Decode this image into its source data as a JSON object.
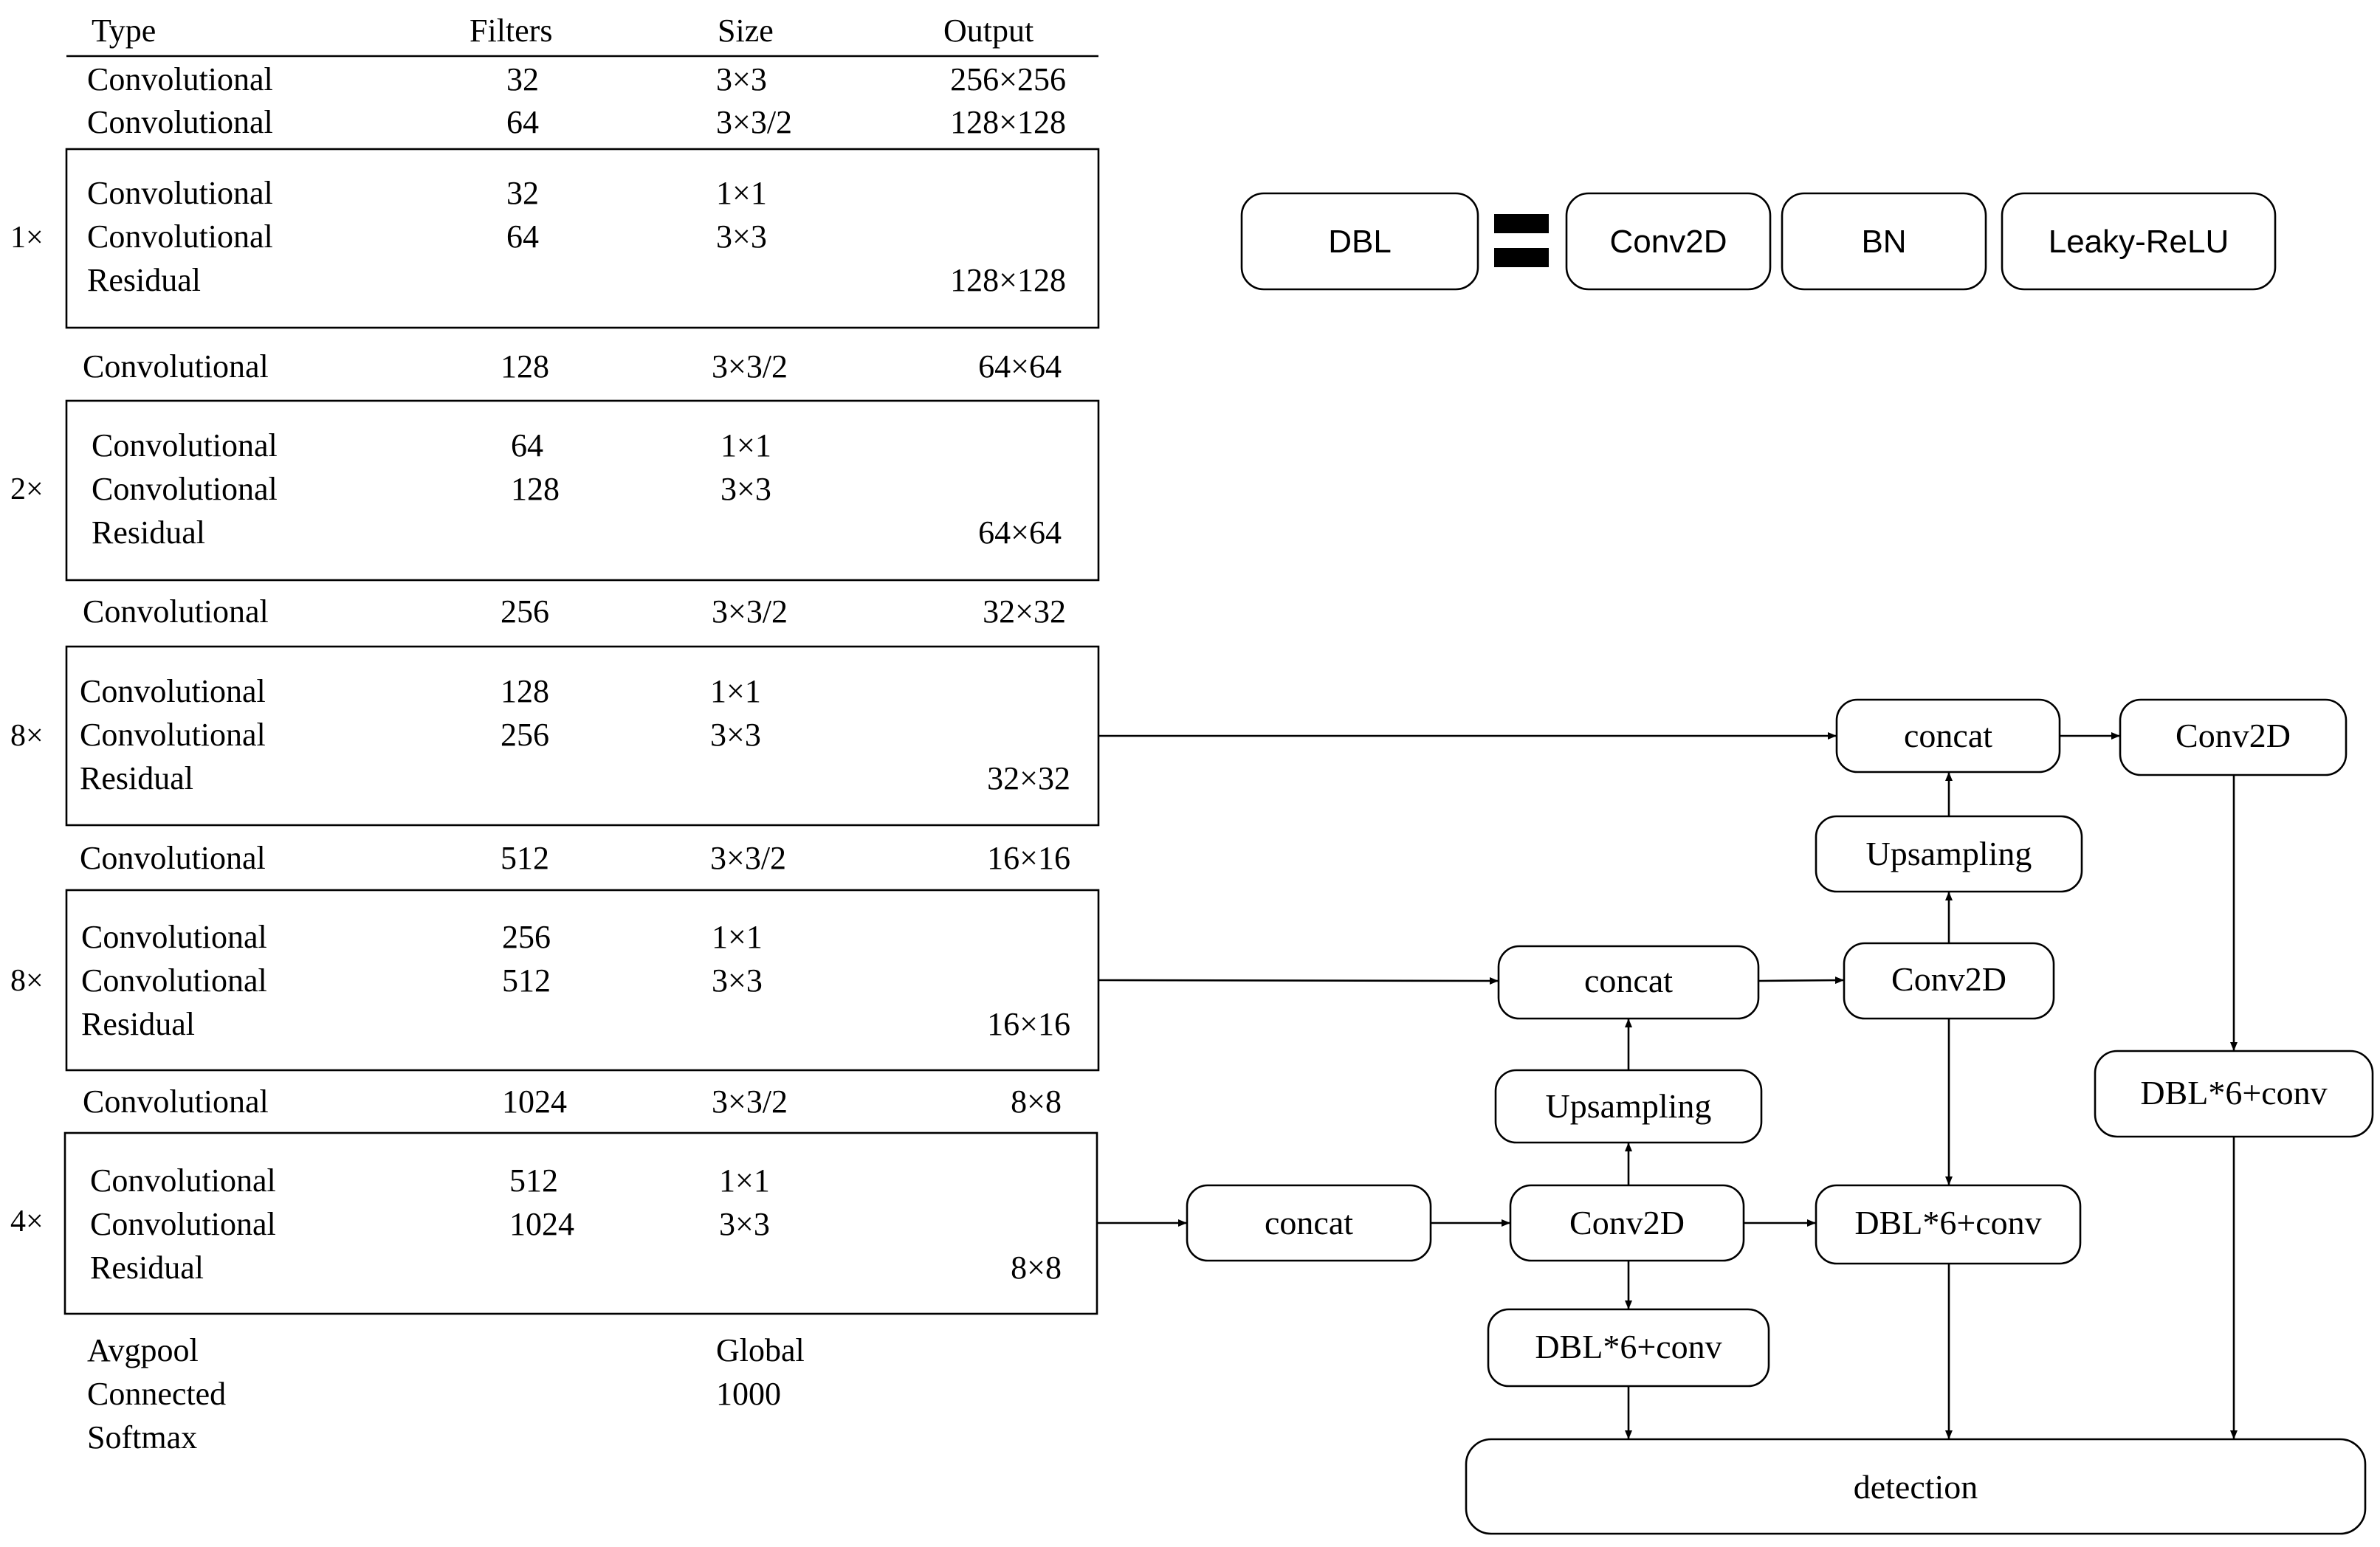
{
  "table": {
    "headers": [
      "Type",
      "Filters",
      "Size",
      "Output"
    ],
    "rows": [
      [
        "Convolutional",
        "32",
        "3×3",
        "256×256"
      ],
      [
        "Convolutional",
        "64",
        "3×3/2",
        "128×128"
      ],
      [
        "Convolutional",
        "32",
        "1×1",
        ""
      ],
      [
        "Convolutional",
        "64",
        "3×3",
        ""
      ],
      [
        "Residual",
        "",
        "",
        "128×128"
      ],
      [
        "Convolutional",
        "128",
        "3×3/2",
        "64×64"
      ],
      [
        "Convolutional",
        "64",
        "1×1",
        ""
      ],
      [
        "Convolutional",
        "128",
        "3×3",
        ""
      ],
      [
        "Residual",
        "",
        "",
        "64×64"
      ],
      [
        "Convolutional",
        "256",
        "3×3/2",
        "32×32"
      ],
      [
        "Convolutional",
        "128",
        "1×1",
        ""
      ],
      [
        "Convolutional",
        "256",
        "3×3",
        ""
      ],
      [
        "Residual",
        "",
        "",
        "32×32"
      ],
      [
        "Convolutional",
        "512",
        "3×3/2",
        "16×16"
      ],
      [
        "Convolutional",
        "256",
        "1×1",
        ""
      ],
      [
        "Convolutional",
        "512",
        "3×3",
        ""
      ],
      [
        "Residual",
        "",
        "",
        "16×16"
      ],
      [
        "Convolutional",
        "1024",
        "3×3/2",
        "8×8"
      ],
      [
        "Convolutional",
        "512",
        "1×1",
        ""
      ],
      [
        "Convolutional",
        "1024",
        "3×3",
        ""
      ],
      [
        "Residual",
        "",
        "",
        "8×8"
      ],
      [
        "Avgpool",
        "",
        "Global",
        ""
      ],
      [
        "Connected",
        "",
        "1000",
        ""
      ],
      [
        "Softmax",
        "",
        "",
        ""
      ]
    ],
    "repeat_labels": [
      "1×",
      "2×",
      "8×",
      "8×",
      "4×"
    ]
  },
  "dbl_definition": {
    "name": "DBL",
    "components": [
      "Conv2D",
      "BN",
      "Leaky-ReLU"
    ]
  },
  "nodes": [
    {
      "id": "concat_top",
      "label": "concat"
    },
    {
      "id": "conv2d_top",
      "label": "Conv2D"
    },
    {
      "id": "upsampling_top",
      "label": "Upsampling"
    },
    {
      "id": "concat_mid",
      "label": "concat"
    },
    {
      "id": "conv2d_mid",
      "label": "Conv2D"
    },
    {
      "id": "upsampling_mid",
      "label": "Upsampling"
    },
    {
      "id": "dbl_right",
      "label": "DBL*6+conv"
    },
    {
      "id": "concat_bottom",
      "label": "concat"
    },
    {
      "id": "conv2d_bottom",
      "label": "Conv2D"
    },
    {
      "id": "dbl_mid",
      "label": "DBL*6+conv"
    },
    {
      "id": "dbl_left",
      "label": "DBL*6+conv"
    },
    {
      "id": "detection",
      "label": "detection"
    }
  ],
  "edges": [
    {
      "from": "residual-block-3",
      "to": "concat_top"
    },
    {
      "from": "concat_top",
      "to": "conv2d_top"
    },
    {
      "from": "upsampling_top",
      "to": "concat_top"
    },
    {
      "from": "conv2d_mid",
      "to": "upsampling_top"
    },
    {
      "from": "residual-block-4",
      "to": "concat_mid"
    },
    {
      "from": "concat_mid",
      "to": "conv2d_mid"
    },
    {
      "from": "upsampling_mid",
      "to": "concat_mid"
    },
    {
      "from": "conv2d_bottom",
      "to": "upsampling_mid"
    },
    {
      "from": "residual-block-5",
      "to": "concat_bottom"
    },
    {
      "from": "concat_bottom",
      "to": "conv2d_bottom"
    },
    {
      "from": "conv2d_bottom",
      "to": "dbl_mid"
    },
    {
      "from": "conv2d_mid",
      "to": "dbl_mid"
    },
    {
      "from": "conv2d_bottom",
      "to": "dbl_left"
    },
    {
      "from": "conv2d_top",
      "to": "dbl_right"
    },
    {
      "from": "dbl_left",
      "to": "detection"
    },
    {
      "from": "dbl_mid",
      "to": "detection"
    },
    {
      "from": "dbl_right",
      "to": "detection"
    }
  ]
}
